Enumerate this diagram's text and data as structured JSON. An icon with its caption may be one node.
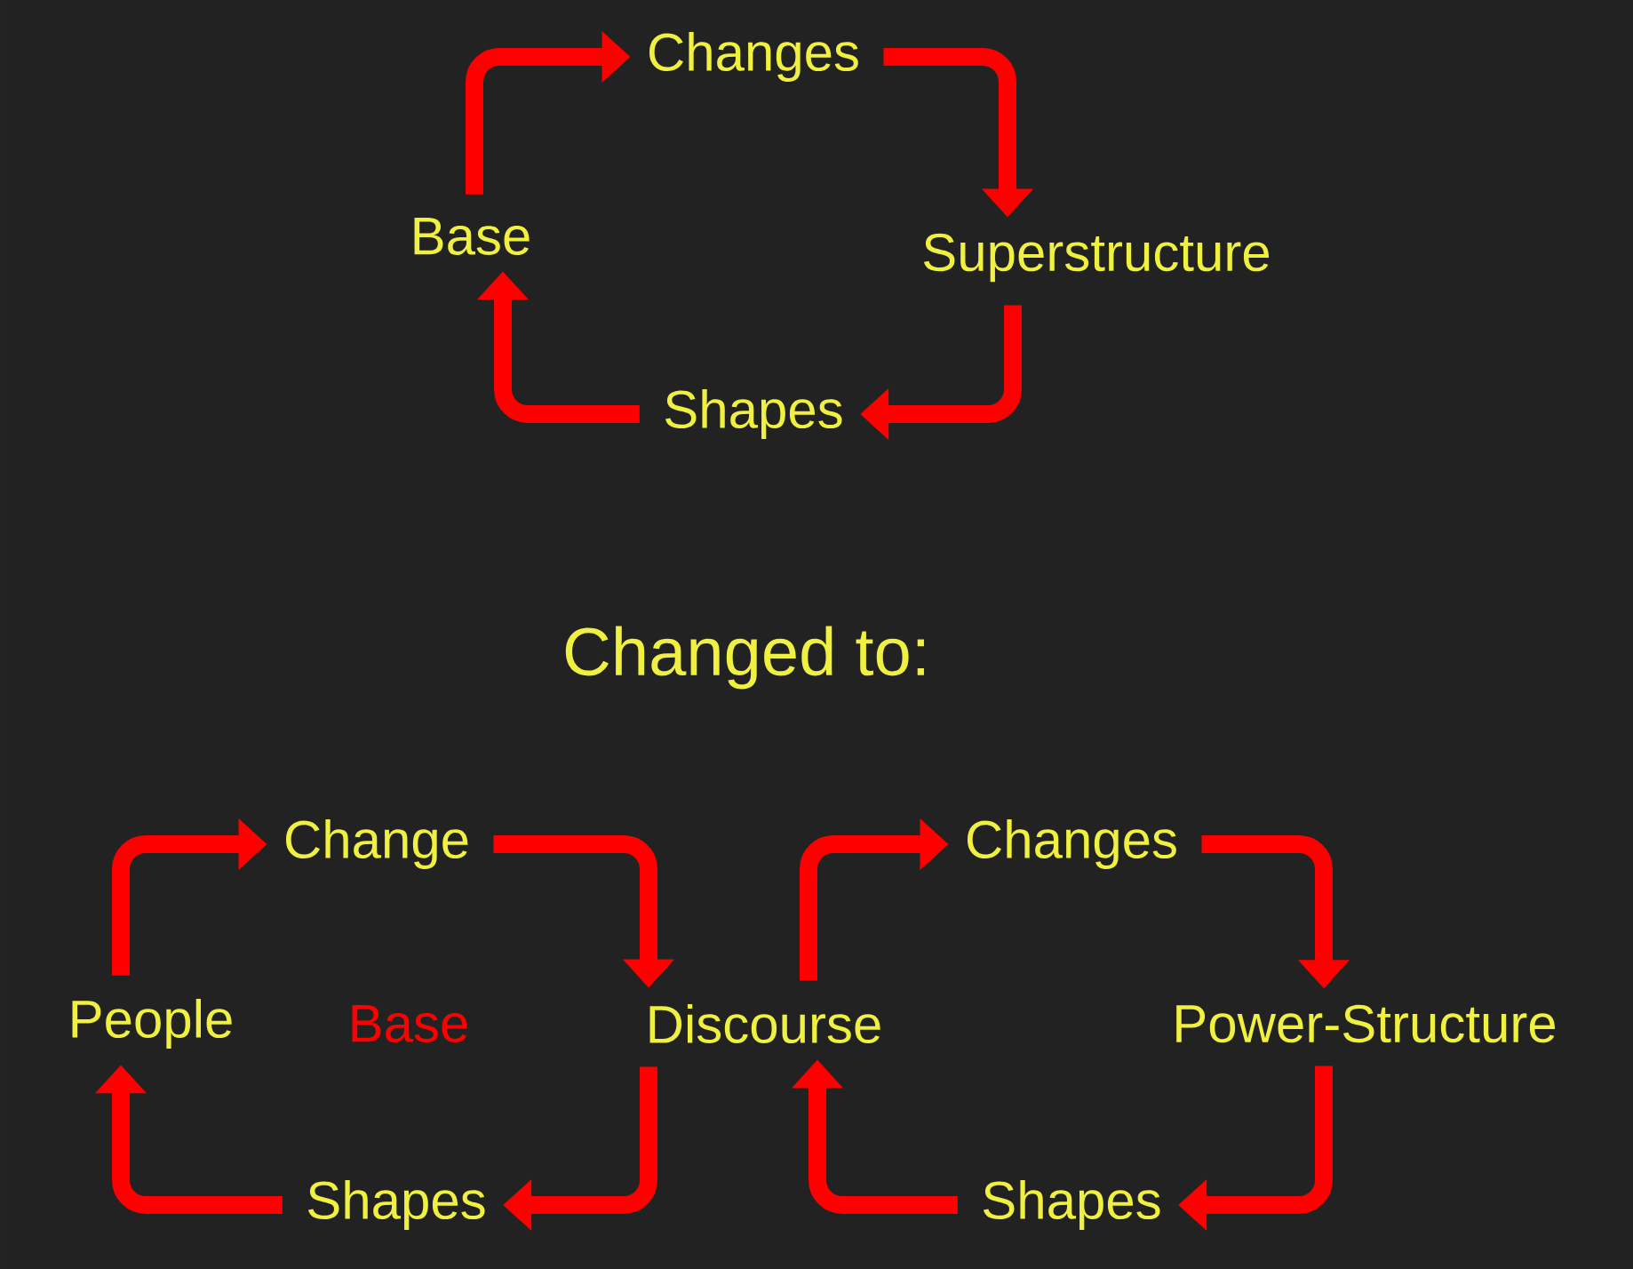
{
  "diagram": {
    "nodes": [
      {
        "text": [
          "Base"
        ]
      },
      {
        "text": [
          "Changes"
        ]
      },
      {
        "text": [
          "Superstructure"
        ]
      },
      {
        "text": [
          "Shapes"
        ]
      },
      {
        "text": [
          "People"
        ]
      },
      {
        "text": [
          "Change"
        ]
      },
      {
        "text": [
          "Discourse"
        ]
      },
      {
        "text": [
          "Shapes"
        ]
      },
      {
        "text": [
          "Changes"
        ]
      },
      {
        "text": [
          "Power-Structure"
        ]
      },
      {
        "text": [
          "Shapes"
        ]
      }
    ],
    "edges": [
      {
        "from": 0,
        "to": 1,
        "arrow": "to"
      },
      {
        "from": 1,
        "to": 2,
        "arrow": "to"
      },
      {
        "from": 2,
        "to": 3,
        "arrow": "to"
      },
      {
        "from": 3,
        "to": 0,
        "arrow": "to"
      },
      {
        "from": 4,
        "to": 5,
        "arrow": "to"
      },
      {
        "from": 5,
        "to": 6,
        "arrow": "to"
      },
      {
        "from": 6,
        "to": 7,
        "arrow": "to"
      },
      {
        "from": 7,
        "to": 4,
        "arrow": "to"
      },
      {
        "from": 6,
        "to": 8,
        "arrow": "to"
      },
      {
        "from": 8,
        "to": 9,
        "arrow": "to"
      },
      {
        "from": 9,
        "to": 10,
        "arrow": "to"
      },
      {
        "from": 10,
        "to": 6,
        "arrow": "to"
      }
    ],
    "labels": [
      "Changed to:",
      "Base"
    ]
  }
}
